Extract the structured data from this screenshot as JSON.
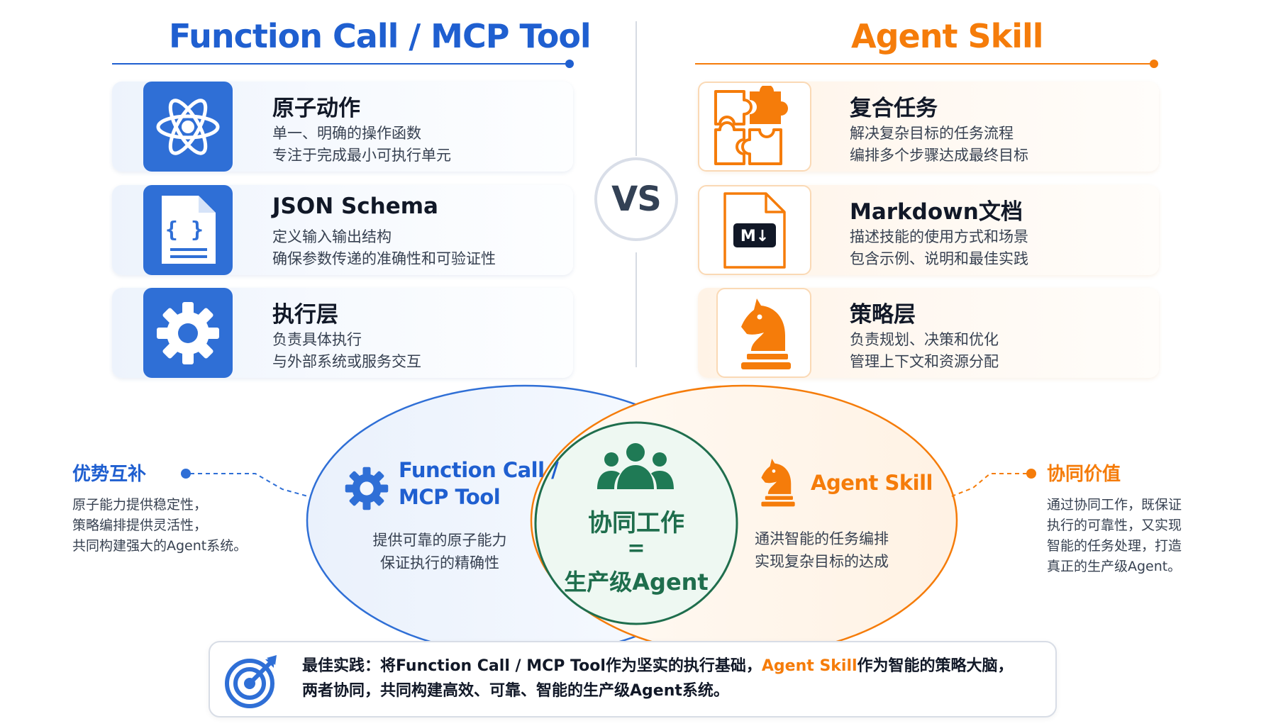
{
  "left": {
    "title": "Function Call / MCP Tool",
    "cards": [
      {
        "title": "原子动作",
        "line1": "单一、明确的操作函数",
        "line2": "专注于完成最小可执行单元",
        "icon": "atom-icon"
      },
      {
        "title": "JSON Schema",
        "line1": "定义输入输出结构",
        "line2": "确保参数传递的准确性和可验证性",
        "icon": "json-document-icon",
        "icon_text": "{ }"
      },
      {
        "title": "执行层",
        "line1": "负责具体执行",
        "line2": "与外部系统或服务交互",
        "icon": "gear-icon"
      }
    ]
  },
  "right": {
    "title": "Agent Skill",
    "cards": [
      {
        "title": "复合任务",
        "line1": "解决复杂目标的任务流程",
        "line2": "编排多个步骤达成最终目标",
        "icon": "puzzle-icon"
      },
      {
        "title": "Markdown文档",
        "line1": "描述技能的使用方式和场景",
        "line2": "包含示例、说明和最佳实践",
        "icon": "markdown-document-icon",
        "icon_text": "M↓"
      },
      {
        "title": "策略层",
        "line1": "负责规划、决策和优化",
        "line2": "管理上下文和资源分配",
        "icon": "chess-knight-icon"
      }
    ]
  },
  "vs": "VS",
  "side_left": {
    "title": "优势互补",
    "lines": [
      "原子能力提供稳定性，",
      "策略编排提供灵活性，",
      "共同构建强大的Agent系统。"
    ]
  },
  "side_right": {
    "title": "协同价值",
    "lines": [
      "通过协同工作，既保证",
      "执行的可靠性，又实现",
      "智能的任务处理，打造",
      "真正的生产级Agent。"
    ]
  },
  "venn": {
    "left_title_1": "Function Call /",
    "left_title_2": "MCP Tool",
    "left_lines": [
      "提供可靠的原子能力",
      "保证执行的精确性"
    ],
    "right_title": "Agent Skill",
    "right_lines": [
      "通洪智能的任务编排",
      "实现复杂目标的达成"
    ],
    "center_1": "协同工作",
    "center_2": "=",
    "center_3": "生产级Agent"
  },
  "bottom": {
    "prefix": "最佳实践：将Function Call / MCP Tool作为坚实的执行基础，",
    "highlight": "Agent Skill",
    "suffix": "作为智能的策略大脑，",
    "line2": "两者协同，共同构建高效、可靠、智能的生产级Agent系统。"
  },
  "colors": {
    "blue": "#1f5fd0",
    "orange": "#f57c0a",
    "green": "#1f6e4d"
  }
}
